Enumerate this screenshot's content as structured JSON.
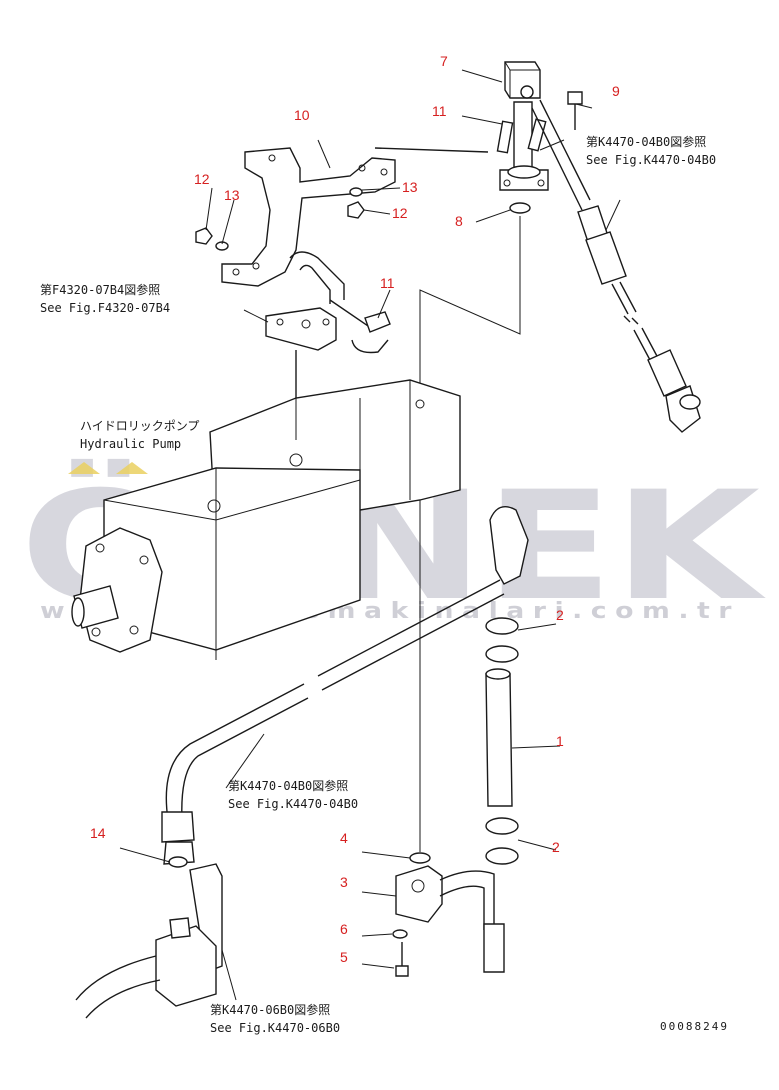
{
  "callouts": {
    "n1": "1",
    "n2a": "2",
    "n2b": "2",
    "n3": "3",
    "n4": "4",
    "n5": "5",
    "n6": "6",
    "n7": "7",
    "n8": "8",
    "n9": "9",
    "n10": "10",
    "n11a": "11",
    "n11b": "11",
    "n12a": "12",
    "n12b": "12",
    "n13a": "13",
    "n13b": "13",
    "n14": "14"
  },
  "references": {
    "k447004b0_top": {
      "jp": "第K4470-04B0図参照",
      "en": "See Fig.K4470-04B0"
    },
    "f432007b4": {
      "jp": "第F4320-07B4図参照",
      "en": "See Fig.F4320-07B4"
    },
    "k447004b0_mid": {
      "jp": "第K4470-04B0図参照",
      "en": "See Fig.K4470-04B0"
    },
    "k447006b0": {
      "jp": "第K4470-06B0図参照",
      "en": "See Fig.K4470-06B0"
    }
  },
  "pump_label": {
    "jp": "ハイドロリックポンプ",
    "en": "Hydraulic Pump"
  },
  "drawing_code": "00088249",
  "watermark": {
    "brand": "ÖRNEK",
    "url": "www.ornekismakinalari.com.tr"
  },
  "colors": {
    "callout": "#d62020",
    "line": "#1a1a1a",
    "watermark": "#c8c8d2",
    "watermark_accent": "#ead060"
  }
}
